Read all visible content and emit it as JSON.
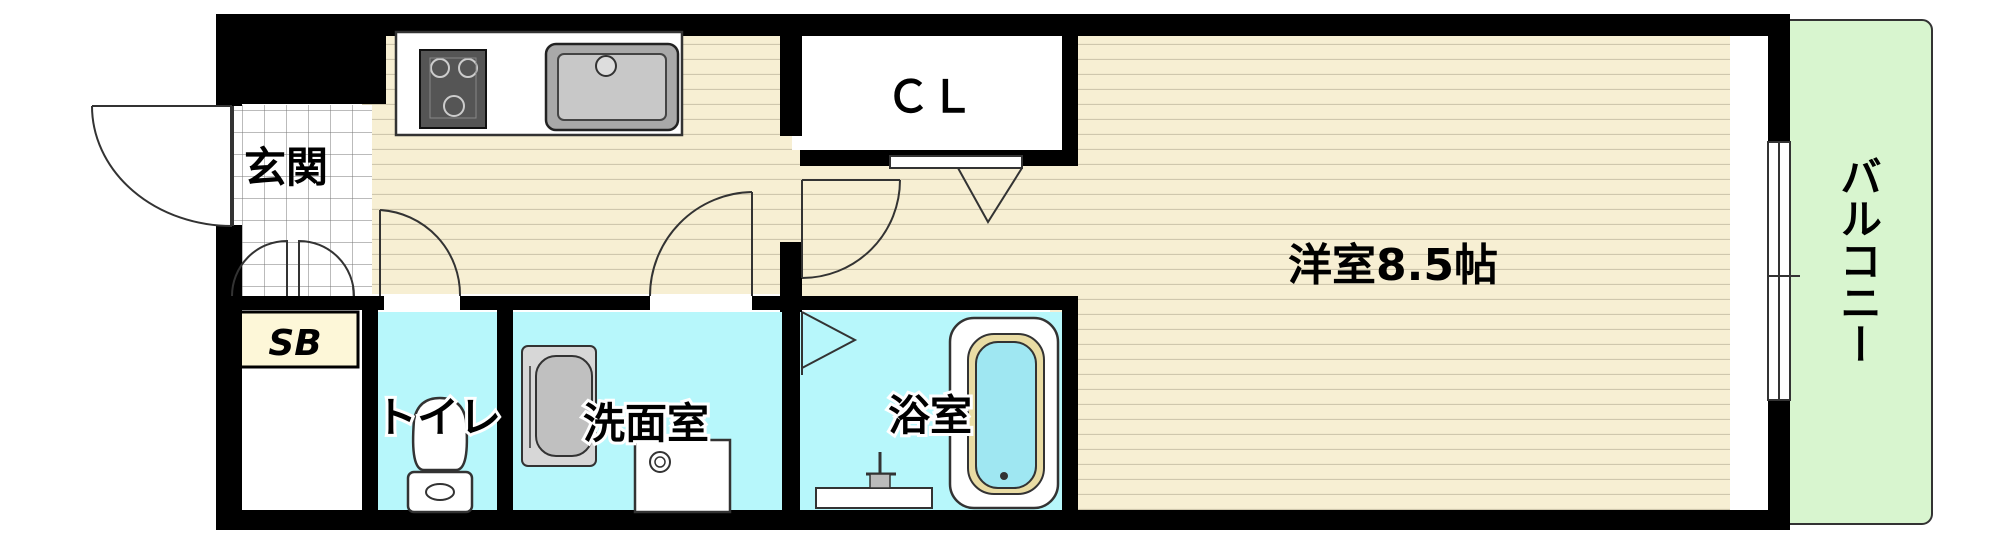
{
  "rooms": {
    "entrance": "玄関",
    "shoe_box": "SB",
    "closet": "ＣＬ",
    "western_room": "洋室8.5帖",
    "balcony": "バルコニー",
    "toilet": "トイレ",
    "washroom": "洗面室",
    "bathroom": "浴室"
  },
  "colors": {
    "wall": "#000000",
    "floor_wood": "#f7efd3",
    "floor_grain": "#cfc7ad",
    "wet_area": "#b7f7fb",
    "balcony": "#d8f5cf",
    "fixture_gray": "#a9a9a9"
  },
  "icons": {
    "stove": "stove-icon",
    "sink": "sink-icon",
    "toilet": "toilet-icon",
    "washbasin": "washbasin-icon",
    "washing_machine": "washing-machine-icon",
    "bathtub": "bathtub-icon",
    "faucet": "faucet-icon"
  }
}
